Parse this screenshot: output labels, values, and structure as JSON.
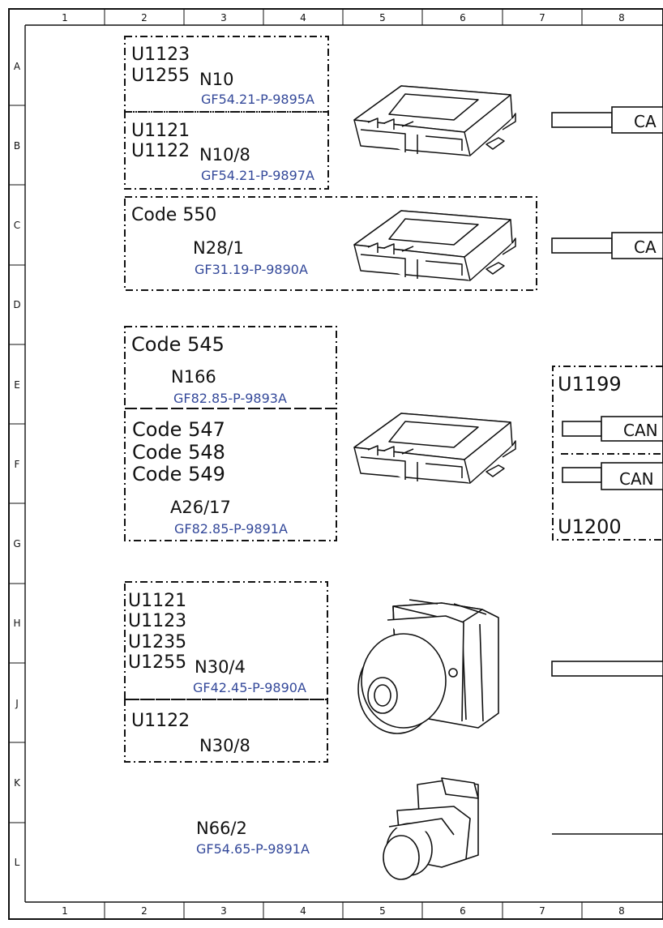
{
  "border": {
    "columns": [
      "1",
      "2",
      "3",
      "4",
      "5",
      "6",
      "7",
      "8"
    ],
    "rows": [
      "A",
      "B",
      "C",
      "D",
      "E",
      "F",
      "G",
      "H",
      "J",
      "K",
      "L"
    ]
  },
  "blocks": [
    {
      "codes": [
        "U1123",
        "U1255"
      ],
      "component": "N10",
      "reference": "GF54.21-P-9895A"
    },
    {
      "codes": [
        "U1121",
        "U1122"
      ],
      "component": "N10/8",
      "reference": "GF54.21-P-9897A"
    },
    {
      "codes": [
        "Code 550"
      ],
      "component": "N28/1",
      "reference": "GF31.19-P-9890A"
    },
    {
      "codes": [
        "Code 545"
      ],
      "component": "N166",
      "reference": "GF82.85-P-9893A"
    },
    {
      "codes": [
        "Code 547",
        "Code 548",
        "Code 549"
      ],
      "component": "A26/17",
      "reference": "GF82.85-P-9891A"
    },
    {
      "codes": [
        "U1121",
        "U1123",
        "U1235",
        "U1255"
      ],
      "component": "N30/4",
      "reference": "GF42.45-P-9890A"
    },
    {
      "codes": [
        "U1122"
      ],
      "component": "N30/8",
      "reference": ""
    },
    {
      "codes": [],
      "component": "N66/2",
      "reference": "GF54.65-P-9891A"
    }
  ],
  "connectors": {
    "can_label_1": "CA",
    "can_label_2": "CA",
    "can_label_3": "CAN",
    "can_label_4": "CAN",
    "group_code_top": "U1199",
    "group_code_bottom": "U1200"
  },
  "icons": [
    "control-unit-icon",
    "control-unit-icon",
    "control-unit-icon",
    "pump-motor-icon",
    "camera-icon"
  ]
}
